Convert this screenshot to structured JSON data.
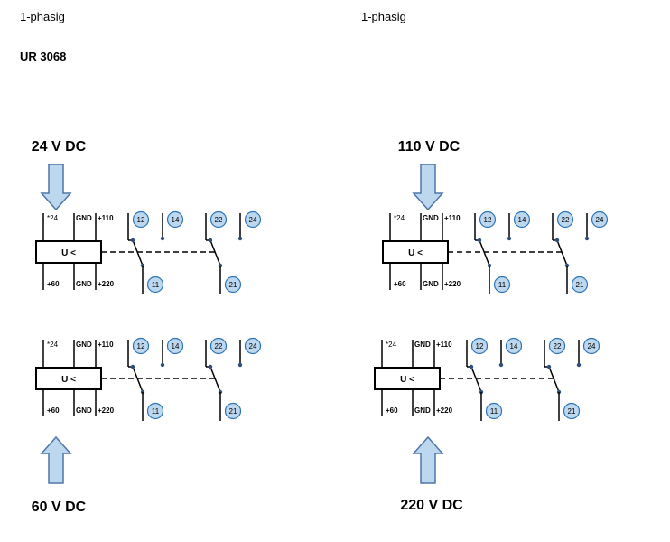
{
  "header": {
    "left_phase": "1-phasig",
    "right_phase": "1-phasig",
    "model": "UR 3068"
  },
  "colors": {
    "arrow_fill": "#bdd7ee",
    "arrow_stroke": "#4f76a8",
    "circle_fill": "#bdd7ee",
    "circle_stroke": "#2e74b5",
    "line": "#000000"
  },
  "terminals": {
    "top": [
      "*24",
      "GND",
      "+110"
    ],
    "bottom": [
      "+60",
      "GND",
      "+220"
    ],
    "box_label": "U <",
    "contacts": [
      "12",
      "14",
      "22",
      "24",
      "11",
      "21"
    ]
  },
  "units": [
    {
      "voltage": "24 V DC",
      "arrow": "down",
      "label_pos": "above"
    },
    {
      "voltage": "110 V DC",
      "arrow": "down",
      "label_pos": "above"
    },
    {
      "voltage": "60 V DC",
      "arrow": "up",
      "label_pos": "below"
    },
    {
      "voltage": "220 V DC",
      "arrow": "up",
      "label_pos": "below"
    }
  ]
}
